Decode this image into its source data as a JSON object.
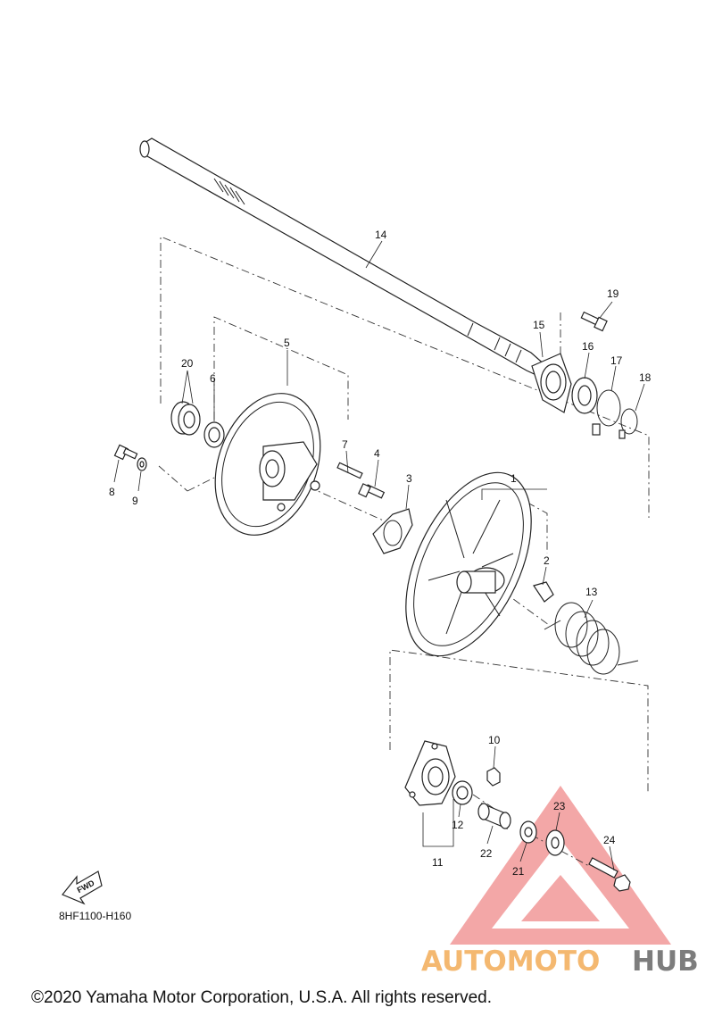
{
  "diagram": {
    "part_labels": [
      "1",
      "2",
      "3",
      "4",
      "5",
      "6",
      "7",
      "8",
      "9",
      "10",
      "11",
      "12",
      "13",
      "14",
      "15",
      "16",
      "17",
      "18",
      "19",
      "20",
      "21",
      "22",
      "23",
      "24"
    ],
    "fwd_label": "FWD",
    "drawing_code": "8HF1100-H160",
    "copyright": "©2020 Yamaha Motor Corporation, U.S.A. All rights reserved."
  },
  "watermark": {
    "brand_part_a": "AUTOMOTO",
    "brand_part_b": "HUB",
    "colors": {
      "triangle": "#f08a8a",
      "text_a": "#f4b870",
      "text_b": "#7d7d7d"
    }
  }
}
